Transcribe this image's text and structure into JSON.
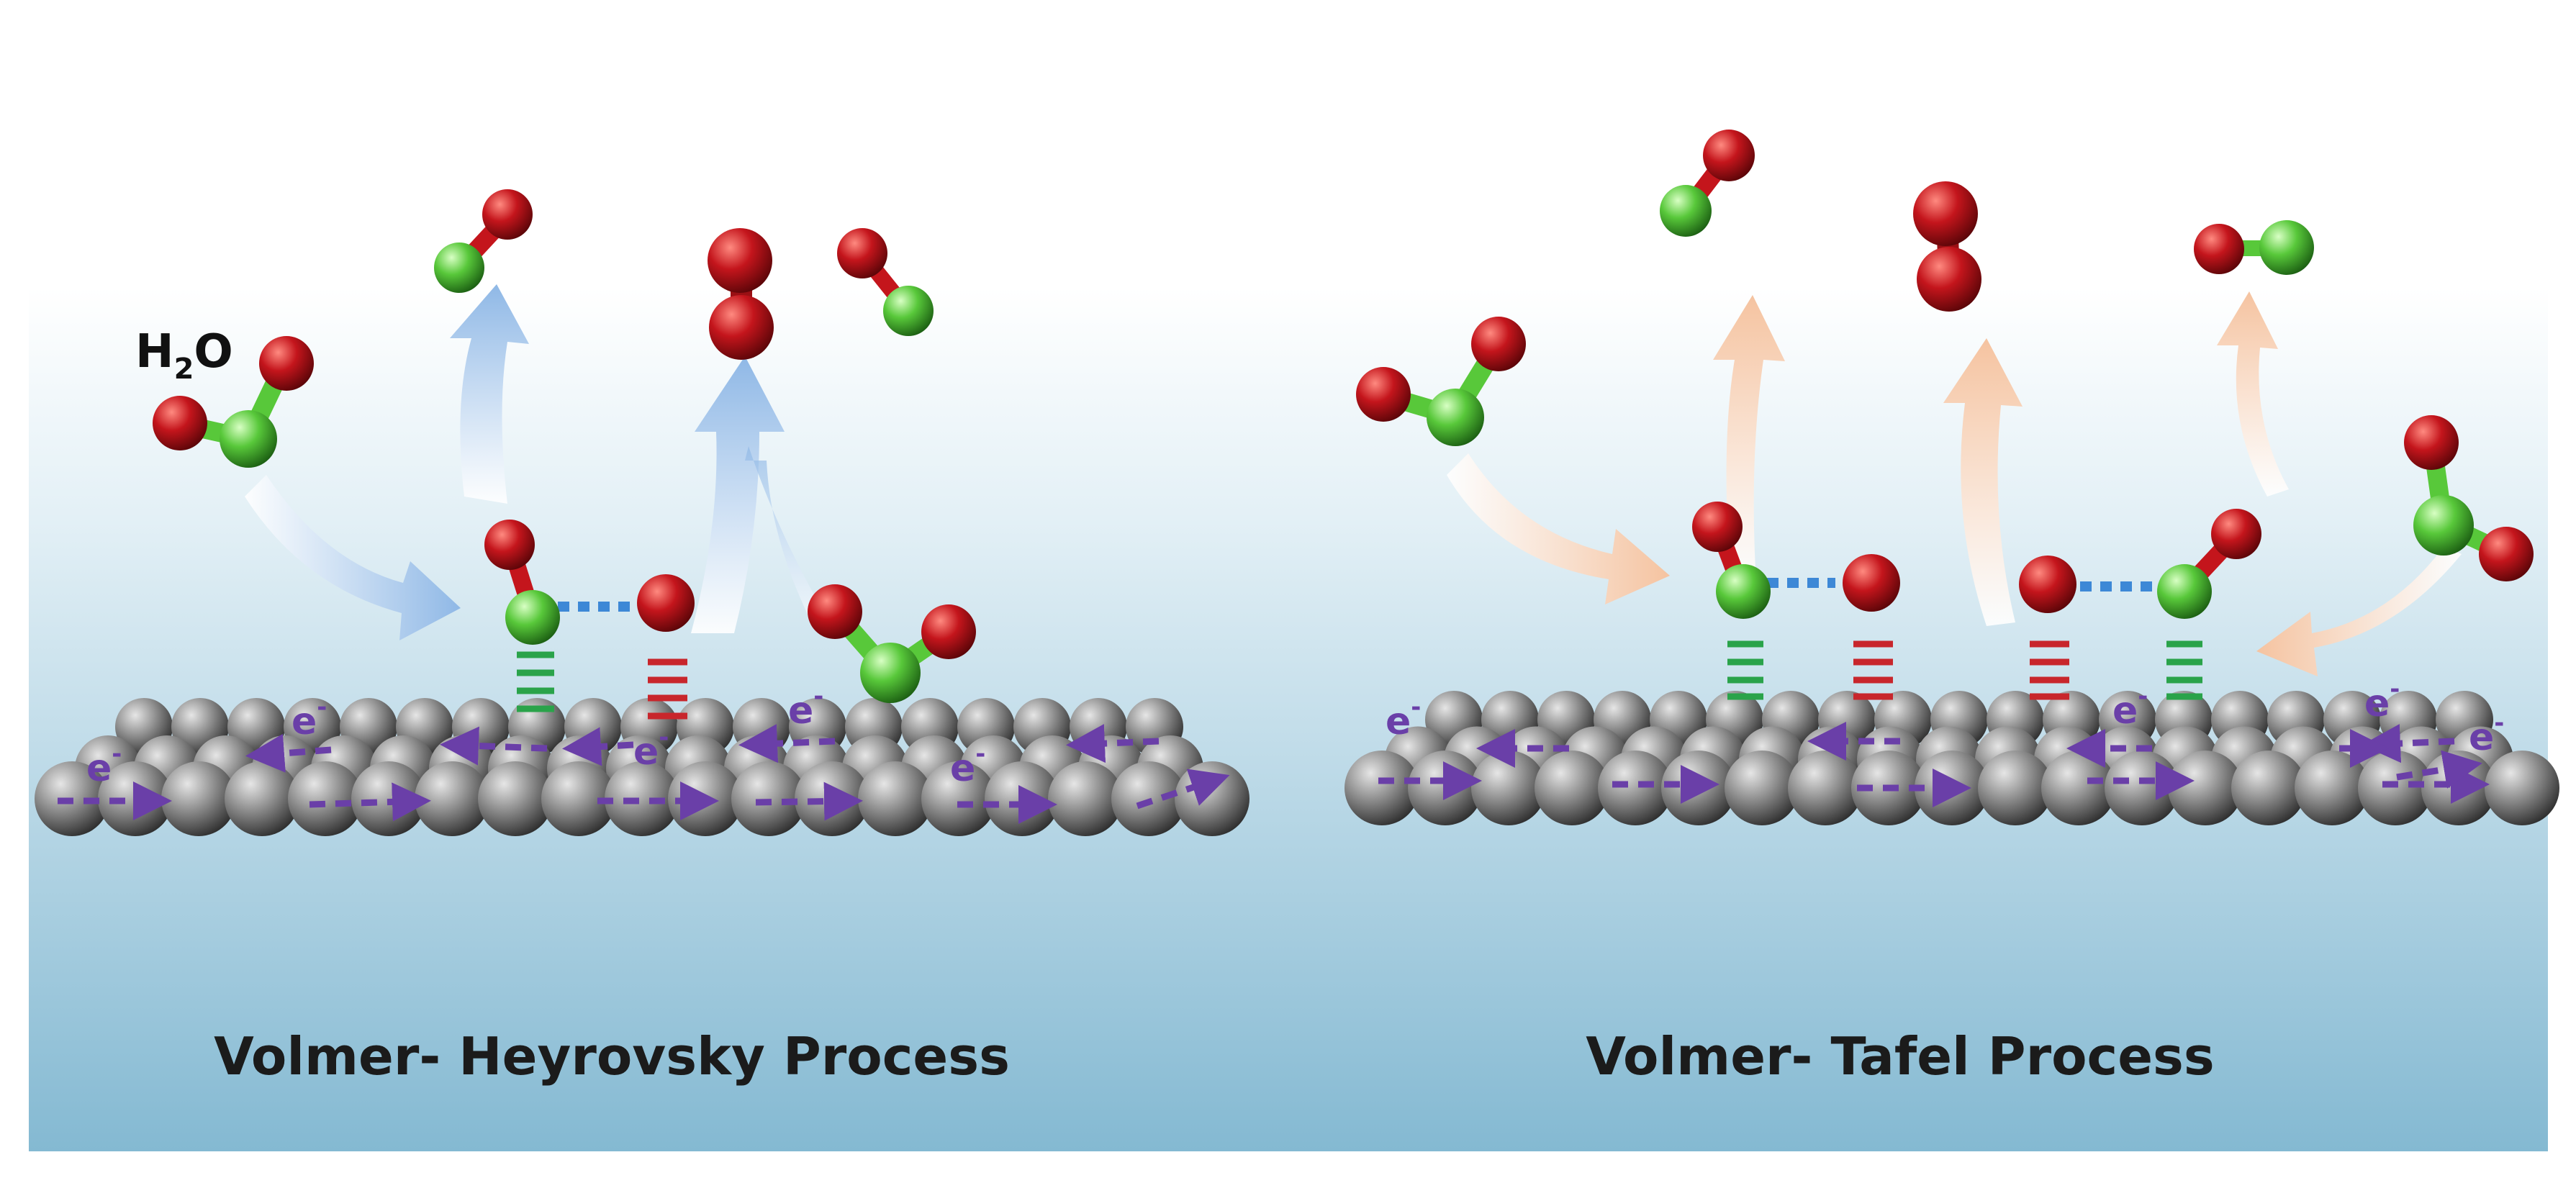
{
  "labels": {
    "water": "H",
    "water_subscript": "2",
    "water_suffix": "O",
    "electron": "e",
    "electron_charge": "-"
  },
  "panels": [
    {
      "title": "Volmer- Heyrovsky Process"
    },
    {
      "title": "Volmer- Tafel Process"
    }
  ],
  "colors": {
    "oxygen": "#c4151c",
    "hydrogen": "#58c83a",
    "carbon": "#8a8a8a",
    "electron": "#6a3fa8",
    "heyrovsky_arrow": "#9fc3e8",
    "tafel_arrow": "#f6c6a4",
    "bond_hydrogen": "#2aa34a",
    "bond_oxygen": "#c8262c",
    "interaction": "#3d88d6"
  },
  "icons": [
    "oxygen-atom",
    "hydrogen-atom",
    "carbon-sheet",
    "reaction-arrow",
    "electron-flow-arrow"
  ]
}
